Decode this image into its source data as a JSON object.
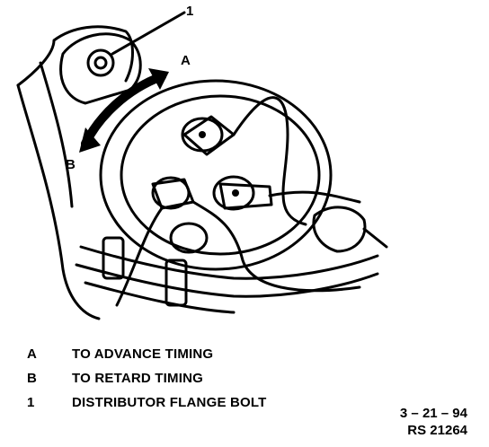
{
  "callouts": {
    "one": "1",
    "a": "A",
    "b": "B"
  },
  "legend": [
    {
      "key": "A",
      "text": "TO ADVANCE TIMING"
    },
    {
      "key": "B",
      "text": "TO RETARD TIMING"
    },
    {
      "key": "1",
      "text": "DISTRIBUTOR FLANGE BOLT"
    }
  ],
  "stamp": {
    "date": "3 – 21 – 94",
    "ref": "RS 21264"
  }
}
